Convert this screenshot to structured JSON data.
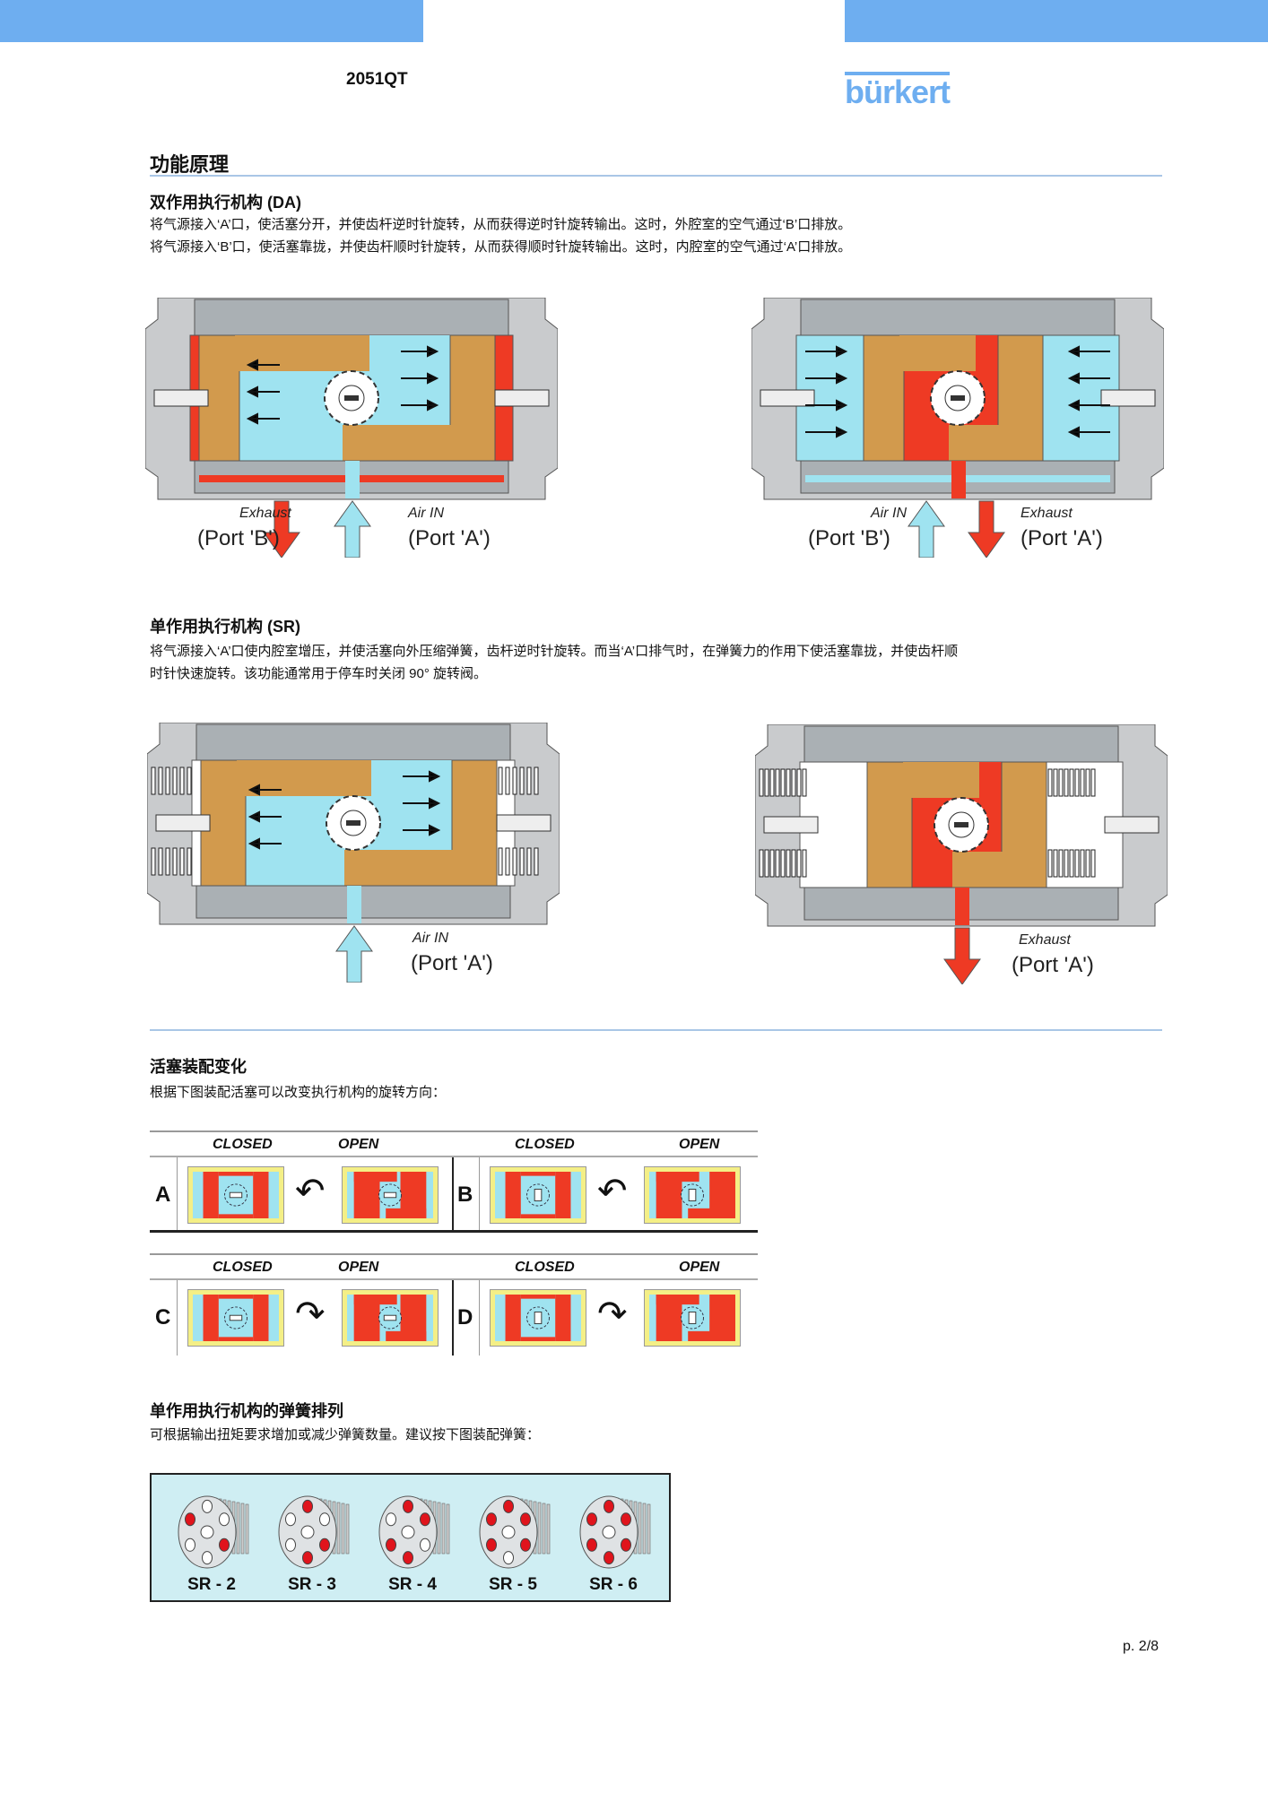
{
  "header": {
    "doc_code": "2051QT",
    "logo": "bürkert",
    "brand_color": "#6eaef0"
  },
  "section_title": "功能原理",
  "da": {
    "title": "双作用执行机构 (DA)",
    "lines": [
      "将气源接入‘A’口，使活塞分开，并使齿杆逆时针旋转，从而获得逆时针旋转输出。这时，外腔室的空气通过‘B’口排放。",
      "将气源接入‘B’口，使活塞靠拢，并使齿杆顺时针旋转，从而获得顺时针旋转输出。这时，内腔室的空气通过‘A’口排放。"
    ],
    "left": {
      "label_left": "Exhaust",
      "port_left": "(Port 'B')",
      "label_right": "Air IN",
      "port_right": "(Port 'A')"
    },
    "right": {
      "label_left": "Air IN",
      "port_left": "(Port 'B')",
      "label_right": "Exhaust",
      "port_right": "(Port 'A')"
    }
  },
  "sr": {
    "title": "单作用执行机构 (SR)",
    "lines": [
      "将气源接入‘A’口使内腔室增压，并使活塞向外压缩弹簧，齿杆逆时针旋转。而当‘A’口排气时，在弹簧力的作用下使活塞靠拢，并使齿杆顺",
      "时针快速旋转。该功能通常用于停车时关闭 90° 旋转阀。"
    ],
    "left": {
      "label": "Air IN",
      "port": "(Port 'A')"
    },
    "right": {
      "label": "Exhaust",
      "port": "(Port 'A')"
    }
  },
  "piston": {
    "title": "活塞装配变化",
    "desc": "根据下图装配活塞可以改变执行机构的旋转方向：",
    "closed": "CLOSED",
    "open": "OPEN",
    "rows": [
      {
        "cells": [
          {
            "id": "A",
            "dir": "ccw"
          },
          {
            "id": "B",
            "dir": "ccw"
          }
        ]
      },
      {
        "cells": [
          {
            "id": "C",
            "dir": "cw"
          },
          {
            "id": "D",
            "dir": "cw"
          }
        ]
      }
    ]
  },
  "springs": {
    "title": "单作用执行机构的弹簧排列",
    "desc": "可根据输出扭矩要求增加或减少弹簧数量。建议按下图装配弹簧：",
    "items": [
      {
        "name": "SR - 2",
        "red": 2
      },
      {
        "name": "SR - 3",
        "red": 3
      },
      {
        "name": "SR - 4",
        "red": 4
      },
      {
        "name": "SR - 5",
        "red": 5
      },
      {
        "name": "SR - 6",
        "red": 6
      }
    ]
  },
  "colors": {
    "red": "#ee3a24",
    "cyan": "#9fe3f0",
    "tan": "#d29a4d",
    "gray": "#c9cbcd"
  },
  "footer": {
    "page": "p. 2/8"
  }
}
